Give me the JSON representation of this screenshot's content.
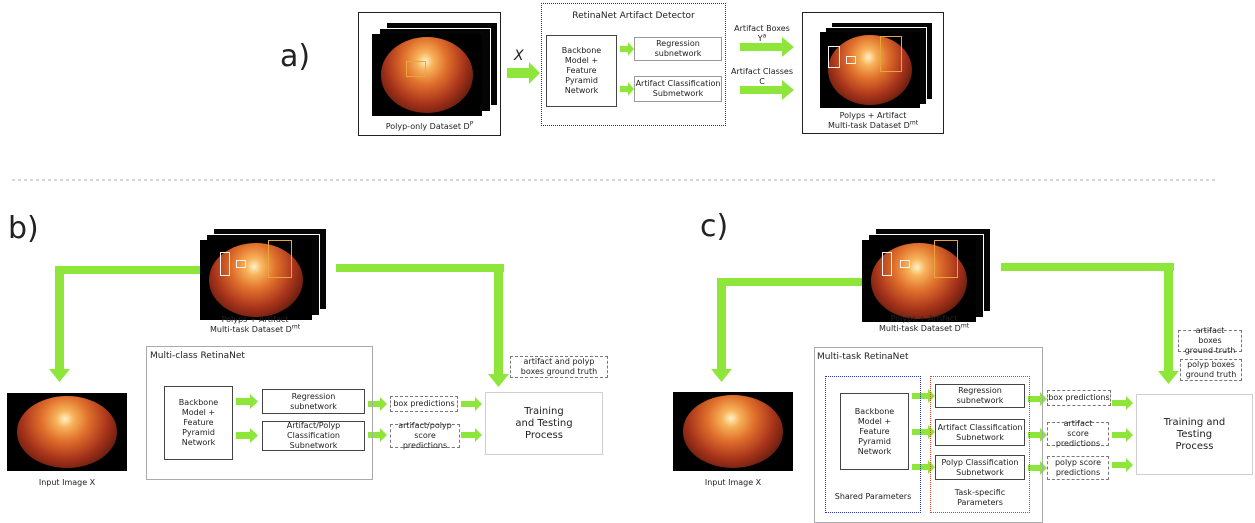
{
  "panel_a": {
    "label": "a)",
    "input_caption": "Polyp-only Dataset D",
    "input_caption_sup": "P",
    "x_label": "X",
    "detector_title": "RetinaNet Artifact Detector",
    "backbone": "Backbone Model + Feature Pyramid Network",
    "regression": "Regression subnetwork",
    "classification": "Artifact Classification Submetwork",
    "boxes_label": "Artifact Boxes",
    "boxes_symbol": "Y",
    "boxes_symbol_sup": "a",
    "classes_label": "Artifact Classes",
    "classes_symbol": "C",
    "output_caption_1": "Polyps + Artifact",
    "output_caption_2": "Multi-task Dataset D",
    "output_caption_sup": "mt"
  },
  "panel_b": {
    "label": "b)",
    "dataset_caption_1": "Polyps + Artifact",
    "dataset_caption_2": "Multi-task Dataset D",
    "dataset_caption_sup": "mt",
    "network_title": "Multi-class RetinaNet",
    "backbone": "Backbone Model + Feature Pyramid Network",
    "regression": "Regression subnetwork",
    "classification": "Artifact/Polyp Classification Subnetwork",
    "box_predictions": "box predictions",
    "score_predictions": "artifact/polyp score predictions",
    "ground_truth": "artifact and polyp boxes ground truth",
    "training": "Training and Testing Process",
    "input_caption": "Input Image X"
  },
  "panel_c": {
    "label": "c)",
    "dataset_caption_1": "Polyps + Artifact",
    "dataset_caption_2": "Multi-task Dataset D",
    "dataset_caption_sup": "mt",
    "network_title": "Multi-task RetinaNet",
    "backbone": "Backbone Model + Feature Pyramid Network",
    "regression": "Regression subnetwork",
    "artifact_classification": "Artifact Classification Subnetwork",
    "polyp_classification": "Polyp Classification Subnetwork",
    "shared_parameters": "Shared Parameters",
    "task_specific": "Task-specific Parameters",
    "box_predictions": "box predictions",
    "artifact_score": "artifact score predictions",
    "polyp_score": "polyp score predictions",
    "artifact_gt": "artifact boxes ground truth",
    "polyp_gt": "polyp boxes ground truth",
    "training": "Training and Testing Process",
    "input_caption": "Input Image X"
  },
  "colors": {
    "arrow_green": "#8fe63a",
    "shared_border": "#2233cc",
    "task_border": "#e0401c",
    "bbox_orange": "#e8a53a",
    "bbox_white": "#f4f4f4"
  }
}
